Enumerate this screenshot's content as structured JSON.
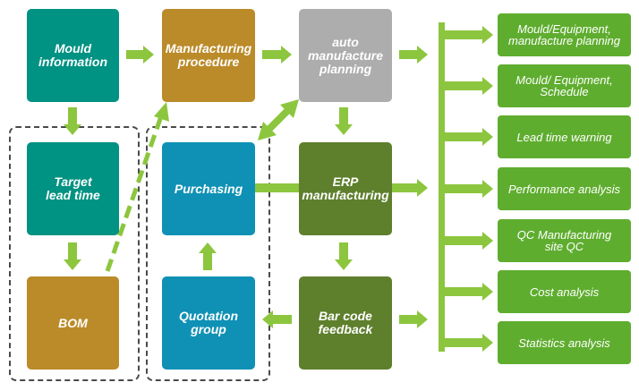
{
  "colors": {
    "arrow": "#8cc63e",
    "teal": "#009282",
    "gold": "#bb8b29",
    "grey": "#adadad",
    "dark_green": "#5e7f2c",
    "blue": "#0f91b5",
    "output_green": "#5fad2f",
    "dashed_border": "#4a4a4a"
  },
  "nodes": {
    "mould_information": "Mould\ninformation",
    "manufacturing_procedure": "Manufacturing\nprocedure",
    "auto_manufacture_planning": "auto\nmanufacture\nplanning",
    "target_lead_time": "Target\nlead time",
    "bom": "BOM",
    "purchasing": "Purchasing",
    "quotation_group": "Quotation\ngroup",
    "erp_manufacturing": "ERP\nmanufacturing",
    "bar_code_feedback": "Bar code\nfeedback"
  },
  "outputs": [
    "Mould/Equipment,\nmanufacture planning",
    "Mould/ Equipment,\nSchedule",
    "Lead time warning",
    "Performance analysis",
    "QC Manufacturing\nsite QC",
    "Cost analysis",
    "Statistics analysis"
  ]
}
